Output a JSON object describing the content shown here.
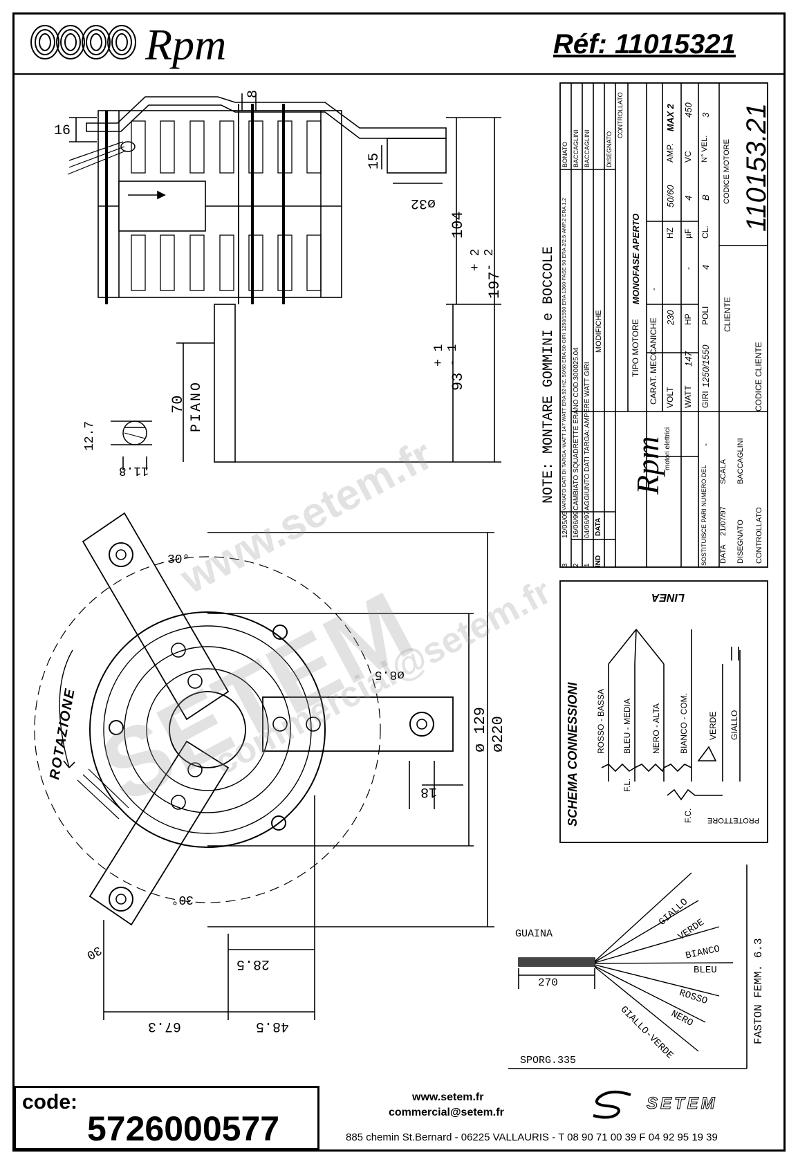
{
  "header": {
    "brand": "Rpm",
    "reference": "Réf:  11015321"
  },
  "dimensions": {
    "d16": "16",
    "d8": "8",
    "d15": "15",
    "d32": "ø32",
    "d104": "104",
    "d197": "197",
    "d197_tol_plus": "+ 2",
    "d197_tol_minus": "- 2",
    "d93": "93",
    "d93_tol_plus": "+ 1",
    "d93_tol_minus": "- 1",
    "d70": "70",
    "piano": "PIANO",
    "d127": "12.7",
    "d118": "11.8",
    "d30a": "30°",
    "d30b": "30°",
    "d30c": "30",
    "d85": "ø8.5",
    "d129": "ø 129",
    "d220": "ø220",
    "d18": "18",
    "d285": "28.5",
    "d673": "67.3",
    "d485": "48.5",
    "rotazione": "ROTAZIONE"
  },
  "note": "NOTE: MONTARE GOMMINI e BOCCOLE",
  "title_block": {
    "rev_rows": [
      {
        "ind": "3",
        "data": "12/05/05",
        "text": "VARIATO DATI DI TARGA -WATT 147 WATT ERA 92-HZ. 50/60 ERA 50-GIRI 1250/1550 ERA 1360-FASE 50 ERA 2/2.5-AMP.2 ERA 1.2",
        "by": "BONATO"
      },
      {
        "ind": "2",
        "data": "16/06/99",
        "text": "CAMBIATO SQUADRETTE ERANO COD.300025.04",
        "by": "BACCAGLINI"
      },
      {
        "ind": "1",
        "data": "04/06/97",
        "text": "AGGIUNTO DATI TARGA: AMPERE WATT GIRI",
        "by": "BACCAGLINI"
      }
    ],
    "rev_header": {
      "ind": "IND",
      "data": "DATA",
      "modifiche": "MODIFICHE",
      "disegnato": "DISEGNATO",
      "controllato": "CONTROLLATO"
    },
    "tipo_motore_label": "TIPO MOTORE",
    "tipo_motore": "MONOFASE APERTO",
    "carat_label": "CARAT. MECCANICHE",
    "carat": "-",
    "volt_label": "VOLT",
    "volt": "230",
    "hz_label": "HZ",
    "hz": "50/60",
    "amp_label": "AMP.",
    "amp": "MAX 2",
    "watt_label": "WATT",
    "watt": "147",
    "hp_label": "HP",
    "hp": "-",
    "uf_label": "µF",
    "uf": "4",
    "vc_label": "VC",
    "vc": "450",
    "giri_label": "GIRI",
    "giri": "1250/1550",
    "poli_label": "POLI",
    "poli": "4",
    "cl_label": "CL.",
    "cl": "B",
    "vel_label": "N° VEL.",
    "vel": "3",
    "cliente_label": "CLIENTE",
    "codice_motore_label": "CODICE MOTORE",
    "codice_motore": "110153.21",
    "codice_cliente_label": "CODICE CLIENTE",
    "sost_label": "SOSTITUISCE PARI NUMERO DEL",
    "sost": "-",
    "data_label": "DATA",
    "data": "21/07/97",
    "scala_label": "SCALA",
    "disegnato_label": "DISEGNATO",
    "disegnato": "BACCAGLINI",
    "controllato_label": "CONTROLLATO",
    "logo_brand": "Rpm",
    "logo_sub": "motori elettrici"
  },
  "schema": {
    "title": "SCHEMA CONNESSIONI",
    "linea": "LINEA",
    "wires": [
      "ROSSO - BASSA",
      "BLEU - MEDIA",
      "NERO - ALTA",
      "BIANCO - COM.",
      "VERDE",
      "GIALLO"
    ],
    "fl": "F.L.",
    "fc": "F.C.",
    "protettore": "PROTETTORE"
  },
  "cable": {
    "guaina": "GUAINA",
    "length": "270",
    "sporg": "SPORG.335",
    "faston": "FASTON FEMM. 6.3",
    "wires": [
      "GIALLO",
      "VERDE",
      "BIANCO",
      "BLEU",
      "ROSSO",
      "NERO",
      "GIALLO-VERDE"
    ]
  },
  "watermark": {
    "site": "www.setem.fr",
    "name": "SETEM",
    "mail": "commercial@setem.fr"
  },
  "footer": {
    "code_label": "code:",
    "code": "5726000577",
    "web": "www.setem.fr",
    "email": "commercial@setem.fr",
    "address": "885 chemin St.Bernard  -  06225 VALLAURIS  -  T 08 90 71 00 39   F 04 92 95 19 39",
    "logo": "SETEM"
  }
}
